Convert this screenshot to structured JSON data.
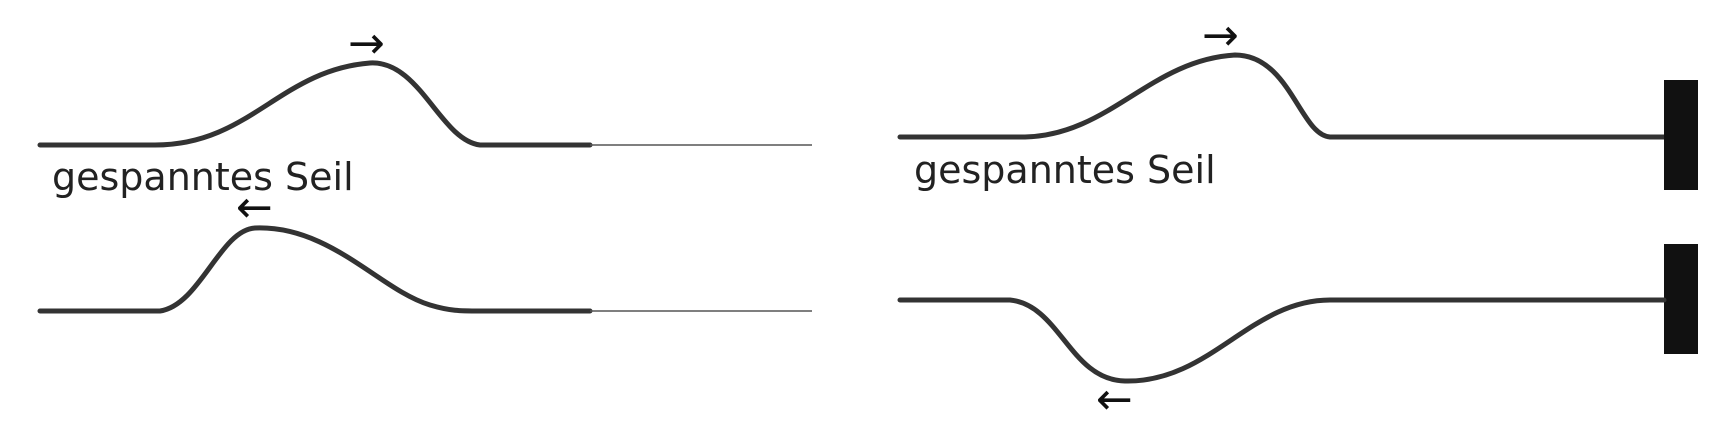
{
  "panels": [
    {
      "id": "left",
      "label": "gespanntes Seil",
      "end": "free",
      "incoming_direction": "right",
      "reflected_direction": "left",
      "reflected_pulse": "upright"
    },
    {
      "id": "right",
      "label": "gespanntes Seil",
      "end": "fixed",
      "incoming_direction": "right",
      "reflected_direction": "left",
      "reflected_pulse": "inverted"
    }
  ],
  "glyphs": {
    "right_arrow": "→",
    "left_arrow": "←"
  },
  "colors": {
    "rope": "#333333",
    "wall": "#111111",
    "text": "#222222"
  }
}
